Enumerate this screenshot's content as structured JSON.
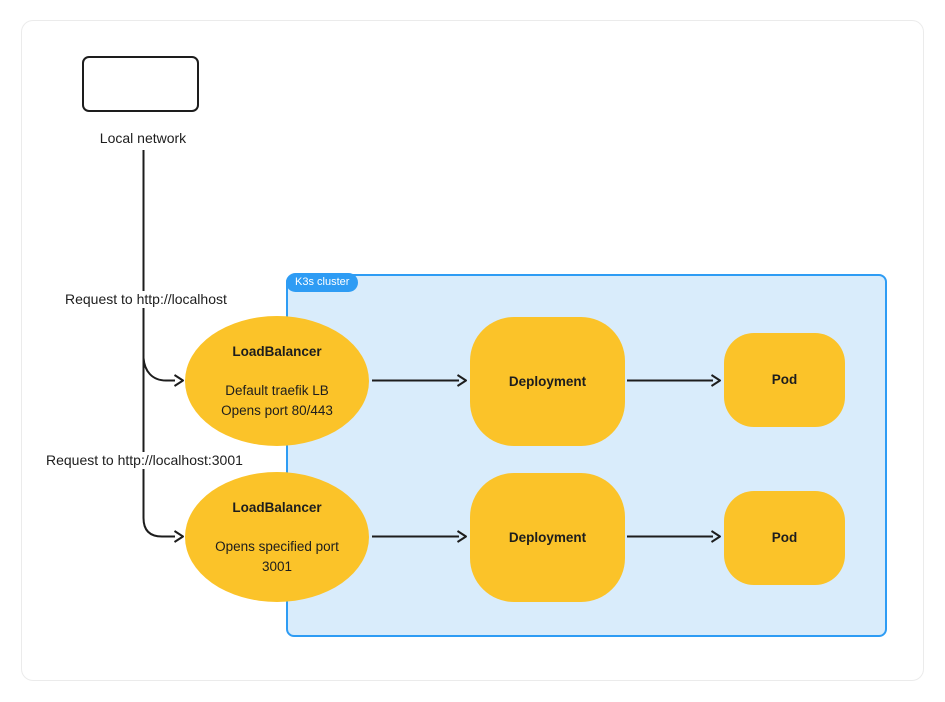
{
  "diagram": {
    "local_network": {
      "label": "Local network"
    },
    "request_labels": {
      "localhost": "Request to http://localhost",
      "localhost_3001": "Request to http://localhost:3001"
    },
    "cluster": {
      "label": "K3s cluster",
      "rows": [
        {
          "loadbalancer": {
            "title": "LoadBalancer",
            "line1": "Default traefik LB",
            "line2": "Opens port 80/443"
          },
          "deployment": {
            "label": "Deployment"
          },
          "pod": {
            "label": "Pod"
          }
        },
        {
          "loadbalancer": {
            "title": "LoadBalancer",
            "line1": "Opens specified port",
            "line2": "3001"
          },
          "deployment": {
            "label": "Deployment"
          },
          "pod": {
            "label": "Pod"
          }
        }
      ]
    },
    "colors": {
      "node_fill": "#FBC329",
      "cluster_fill": "#D9ECFB",
      "cluster_border": "#2E9CF4",
      "badge_bg": "#2E9CF4",
      "badge_text": "#FFFFFF",
      "line": "#1D1D1D",
      "text": "#1D1D1D"
    }
  }
}
